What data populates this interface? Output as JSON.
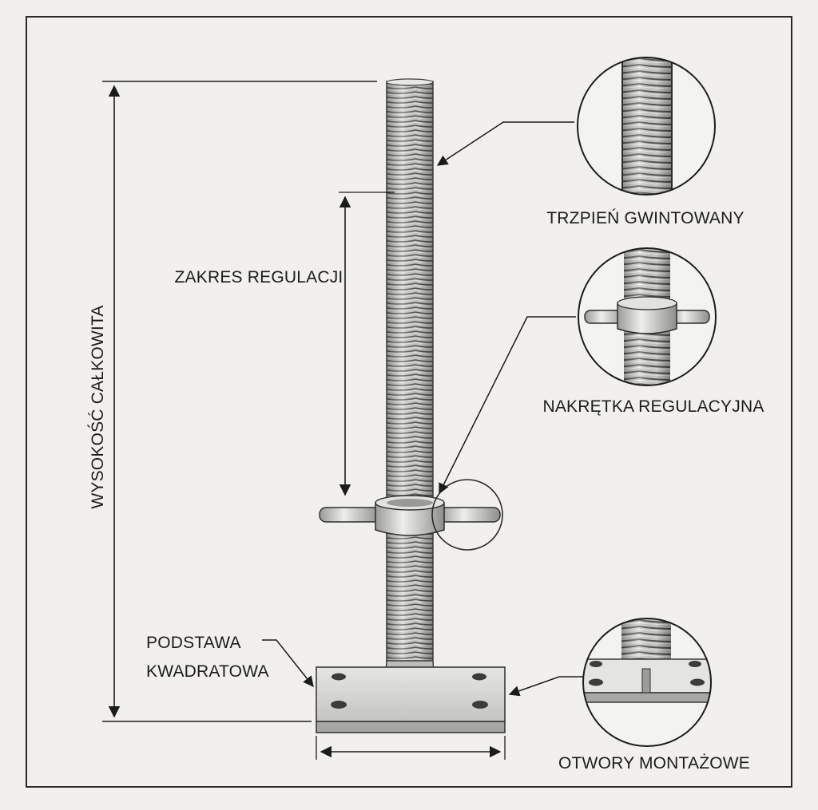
{
  "labels": {
    "total_height": "WYSOKOŚĆ CAŁKOWITA",
    "adjust_range": "ZAKRES REGULACJI",
    "threaded_rod": "TRZPIEŃ GWINTOWANY",
    "adjust_nut": "NAKRĘTKA REGULACYJNA",
    "base_line1": "PODSTAWA",
    "base_line2": "KWADRATOWA",
    "holes": "OTWORY MONTAŻOWE"
  },
  "colors": {
    "paper": "#f1f0ee",
    "ink": "#1c1c1c",
    "metal_light": "#d8d8d6",
    "metal_dark": "#8c8c8a"
  }
}
